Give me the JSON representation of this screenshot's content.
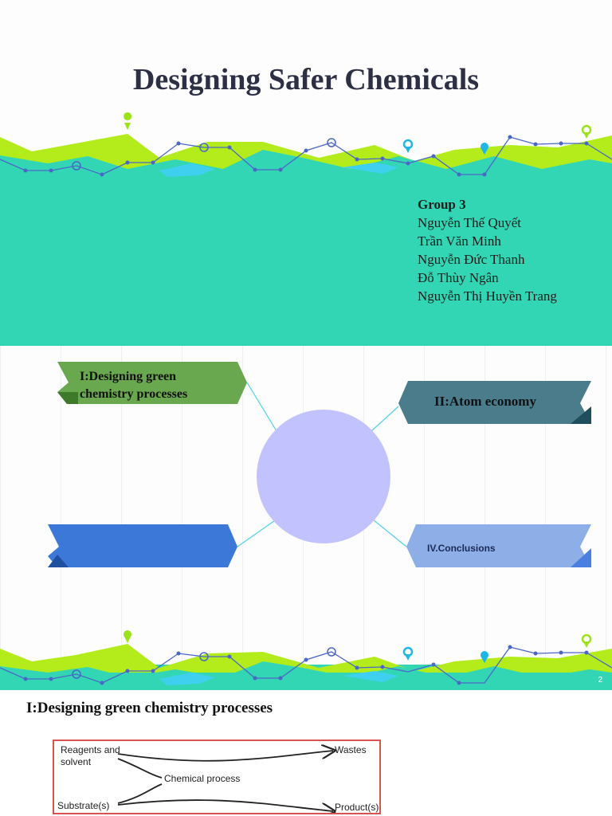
{
  "slide1": {
    "title": "Designing Safer Chemicals",
    "group": "Group 3",
    "members": [
      "Nguyễn Thế Quyết",
      "Trần Văn Minh",
      "Nguyễn Đức Thanh",
      "Đỗ Thùy Ngân",
      "Nguyễn Thị Huyền Trang"
    ]
  },
  "slide2": {
    "tags": {
      "top_left_line1": "I:Designing green",
      "top_left_line2": "chemistry processes",
      "top_right": "II:Atom economy",
      "bottom_left": "",
      "bottom_right": "IV.Conclusions"
    },
    "page_number": "2",
    "colors": {
      "green": "#6aa84f",
      "teal": "#4a7c8c",
      "blue": "#3c78d8",
      "light_blue": "#8eaee8",
      "circle": "#c2c2ff",
      "band": "#33d6b4"
    }
  },
  "slide3": {
    "heading": "I:Designing green chemistry processes",
    "diagram": {
      "reagents": "Reagents and solvent",
      "process": "Chemical process",
      "substrates": "Substrate(s)",
      "wastes": "Wastes",
      "products": "Product(s)"
    }
  }
}
